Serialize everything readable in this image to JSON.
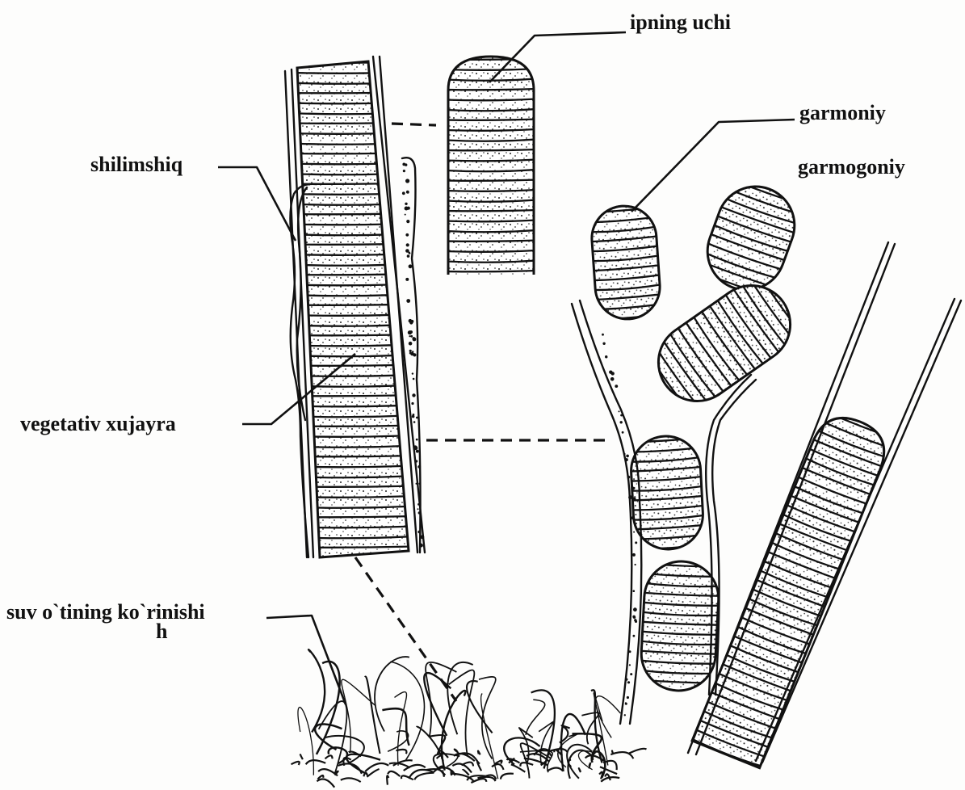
{
  "labels": {
    "filament_tip": "ipning uchi",
    "hormogonium": "garmoniy",
    "hormogonium_alt": "garmogoniy",
    "mucilage": "shilimshiq",
    "vegetative_cell": "vegetativ xujayra",
    "alga_view": "suv o`tining ko`rinishi",
    "stray_h": "h"
  }
}
